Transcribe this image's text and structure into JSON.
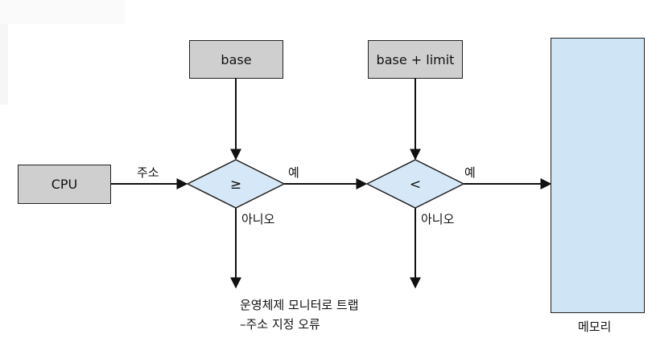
{
  "nodes": {
    "cpu": "CPU",
    "base": "base",
    "base_limit": "base + limit",
    "compare_ge": "≥",
    "compare_lt": "<",
    "memory": "메모리"
  },
  "edges": {
    "address": "주소",
    "yes1": "예",
    "no1": "아니오",
    "yes2": "예",
    "no2": "아니오"
  },
  "trap": {
    "line1": "운영체제 모니터로 트랩",
    "line2": "–주소 지정 오류"
  },
  "colors": {
    "box_fill": "#cfcfcf",
    "diamond_fill": "#d6e8f7",
    "memory_fill": "#cfe5f5",
    "stroke": "#222222"
  }
}
